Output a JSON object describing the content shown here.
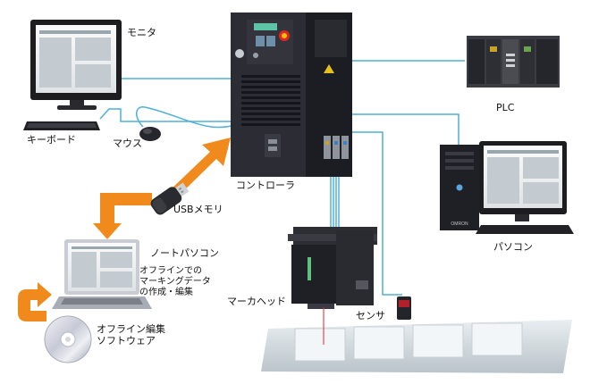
{
  "labels": {
    "monitor": "モニタ",
    "keyboard": "キーボード",
    "mouse": "マウス",
    "controller": "コントローラ",
    "usb_memory": "USBメモリ",
    "notebook_pc": "ノートパソコン",
    "offline_data": [
      "オフラインでの",
      "マーキングデータ",
      "の作成・編集"
    ],
    "offline_software": [
      "オフライン編集",
      "ソフトウェア"
    ],
    "marker_head": "マーカヘッド",
    "sensor": "センサ",
    "plc": "PLC",
    "pc": "パソコン"
  },
  "colors": {
    "connection_line": "#4fb0d8",
    "arrow": "#f08a1c",
    "device_body": "#26272c"
  },
  "pc_brand": "OMRON"
}
